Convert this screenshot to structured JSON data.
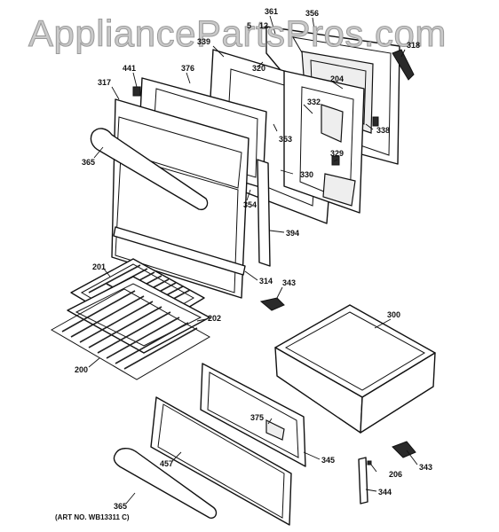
{
  "watermark": "AppliancePartsPros.com",
  "art_number": "(ART NO. WB13311 C)",
  "callouts": {
    "c361": "361",
    "c12": "12",
    "c356": "356",
    "c5": "5",
    "c339": "339",
    "c318": "318",
    "c441": "441",
    "c376": "376",
    "c320": "320",
    "c317": "317",
    "c204": "204",
    "c332": "332",
    "c353": "353",
    "c338": "338",
    "c365a": "365",
    "c329": "329",
    "c330": "330",
    "c354": "354",
    "c394": "394",
    "c201": "201",
    "c314": "314",
    "c343a": "343",
    "c300": "300",
    "c202": "202",
    "c200": "200",
    "c375": "375",
    "c457": "457",
    "c345": "345",
    "c343b": "343",
    "c206": "206",
    "c365b": "365",
    "c344": "344"
  }
}
